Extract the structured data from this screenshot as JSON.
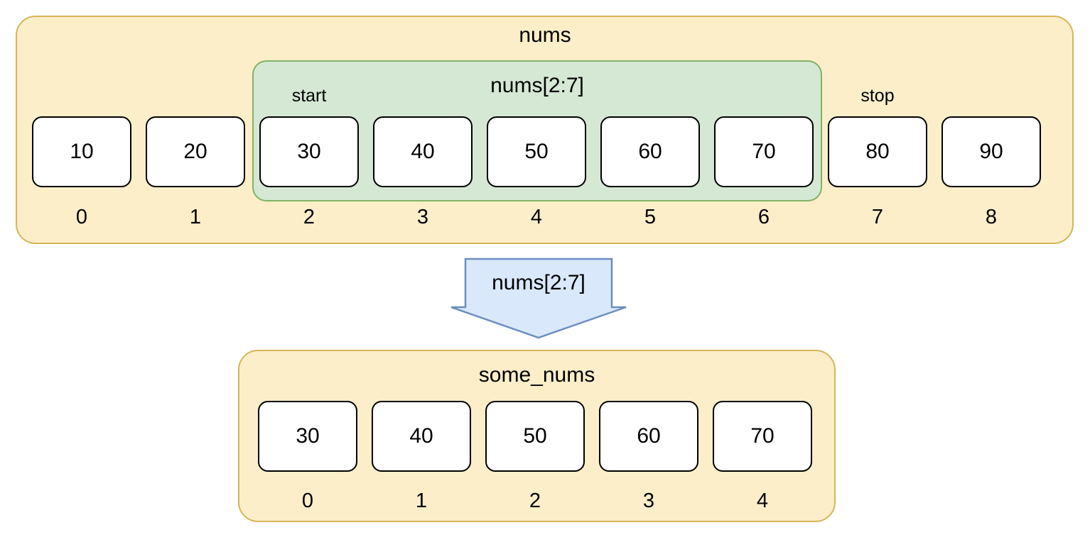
{
  "diagram": {
    "colors": {
      "container_fill": "#fbeec9",
      "container_border": "#d6b656",
      "slice_fill": "#d5e8d4",
      "slice_border": "#82b366",
      "arrow_fill": "#dae8fc",
      "arrow_border": "#6c8ebf",
      "cell_fill": "#ffffff",
      "cell_border": "#000000"
    },
    "nums": {
      "title": "nums",
      "values": [
        "10",
        "20",
        "30",
        "40",
        "50",
        "60",
        "70",
        "80",
        "90"
      ],
      "indices": [
        "0",
        "1",
        "2",
        "3",
        "4",
        "5",
        "6",
        "7",
        "8"
      ],
      "cell_x": [
        45,
        205,
        365,
        525,
        685,
        845,
        1005,
        1165,
        1325
      ]
    },
    "slice": {
      "title": "nums[2:7]",
      "start_label": "start",
      "stop_label": "stop",
      "start_index": "2",
      "stop_index": "7"
    },
    "arrow": {
      "label": "nums[2:7]"
    },
    "some_nums": {
      "title": "some_nums",
      "values": [
        "30",
        "40",
        "50",
        "60",
        "70"
      ],
      "indices": [
        "0",
        "1",
        "2",
        "3",
        "4"
      ],
      "cell_x": [
        363,
        523,
        683,
        843,
        1003
      ]
    }
  }
}
